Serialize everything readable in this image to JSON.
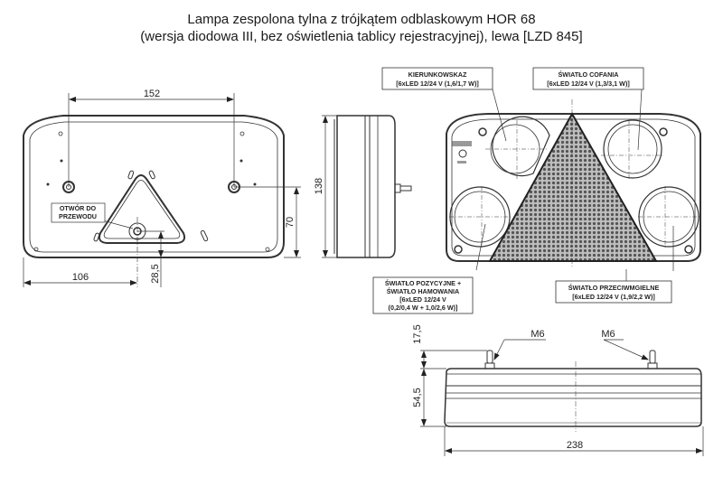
{
  "title": {
    "line1": "Lampa zespolona tylna z trójkątem odblaskowym HOR 68",
    "line2": "(wersja diodowa III, bez oświetlenia tablicy rejestracyjnej), lewa [LZD 845]"
  },
  "colors": {
    "line": "#333333",
    "reflector": "#9a9a9a",
    "background": "#ffffff"
  },
  "rear_view": {
    "dim_holes_spacing": "152",
    "dim_left_offset": "106",
    "dim_height_offset": "70",
    "dim_bottom_offset": "28,5",
    "label_line1": "OTWÓR DO",
    "label_line2": "PRZEWODU"
  },
  "side_view": {
    "dim_height": "138"
  },
  "front_view": {
    "callouts": [
      {
        "name": "KIERUNKOWSKAZ",
        "spec": "[6xLED 12/24 V (1,6/1,7 W)]"
      },
      {
        "name": "ŚWIATŁO COFANIA",
        "spec": "[6xLED 12/24 V (1,3/3,1 W)]"
      },
      {
        "name_line1": "ŚWIATŁO POZYCYJNE +",
        "name_line2": "ŚWIATŁO HAMOWANIA",
        "spec_line1": "[6xLED 12/24 V",
        "spec_line2": "(0,2/0,4 W + 1,0/2,6 W)]"
      },
      {
        "name": "ŚWIATŁO PRZECIWMGIELNE",
        "spec": "[6xLED 12/24 V (1,9/2,2 W)]"
      }
    ]
  },
  "top_view": {
    "stud_left": "M6",
    "stud_right": "M6",
    "dim_stud_height": "17,5",
    "dim_body_depth": "54,5",
    "dim_width": "238"
  }
}
